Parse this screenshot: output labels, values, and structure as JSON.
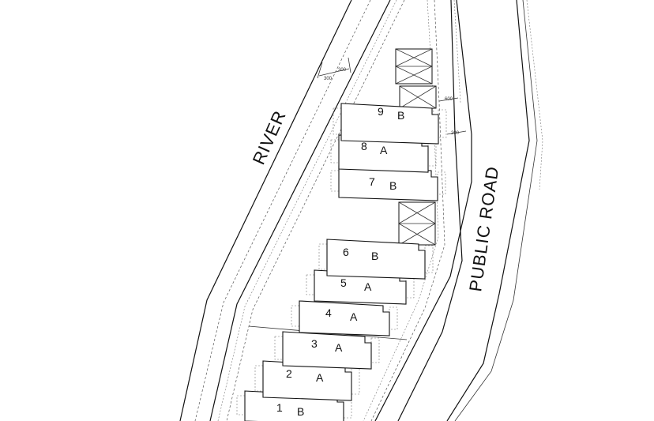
{
  "labels": {
    "river": "RIVER",
    "public_road": "PUBLIC ROAD"
  },
  "dimensions": {
    "river_bank_a": "300",
    "river_bank_b": "300",
    "road_offset_a": "600",
    "road_offset_b": "200"
  },
  "units": [
    {
      "number": "1",
      "type": "B"
    },
    {
      "number": "2",
      "type": "A"
    },
    {
      "number": "3",
      "type": "A"
    },
    {
      "number": "4",
      "type": "A"
    },
    {
      "number": "5",
      "type": "A"
    },
    {
      "number": "6",
      "type": "B"
    },
    {
      "number": "7",
      "type": "B"
    },
    {
      "number": "8",
      "type": "A"
    },
    {
      "number": "9",
      "type": "B"
    }
  ]
}
